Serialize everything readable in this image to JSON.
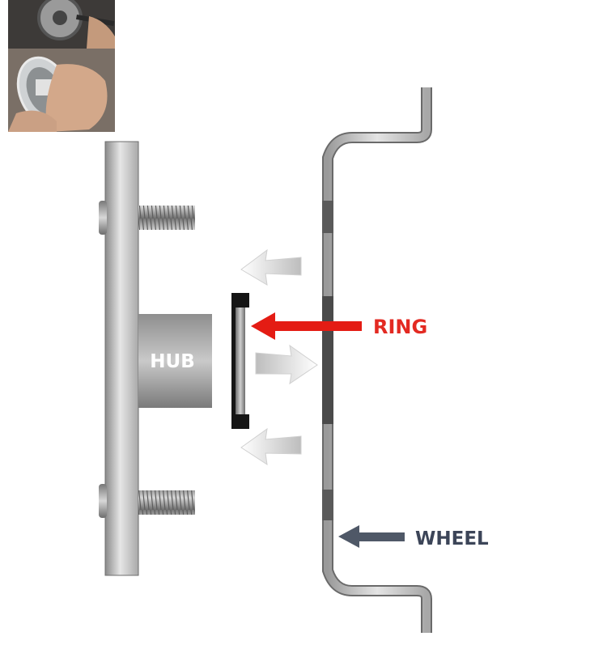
{
  "labels": {
    "hub": "HUB",
    "ring": "RING",
    "wheel": "WHEEL"
  },
  "colors": {
    "ring_label": "#e32a22",
    "ring_arrow": "#e41c14",
    "wheel_label": "#3c4558",
    "wheel_arrow": "#4f5867",
    "metal_dark": "#7d7d7d",
    "metal_light": "#eaeaea",
    "ring_black": "#151515"
  },
  "photo": {
    "description_icon": "photo-inset-icon"
  }
}
